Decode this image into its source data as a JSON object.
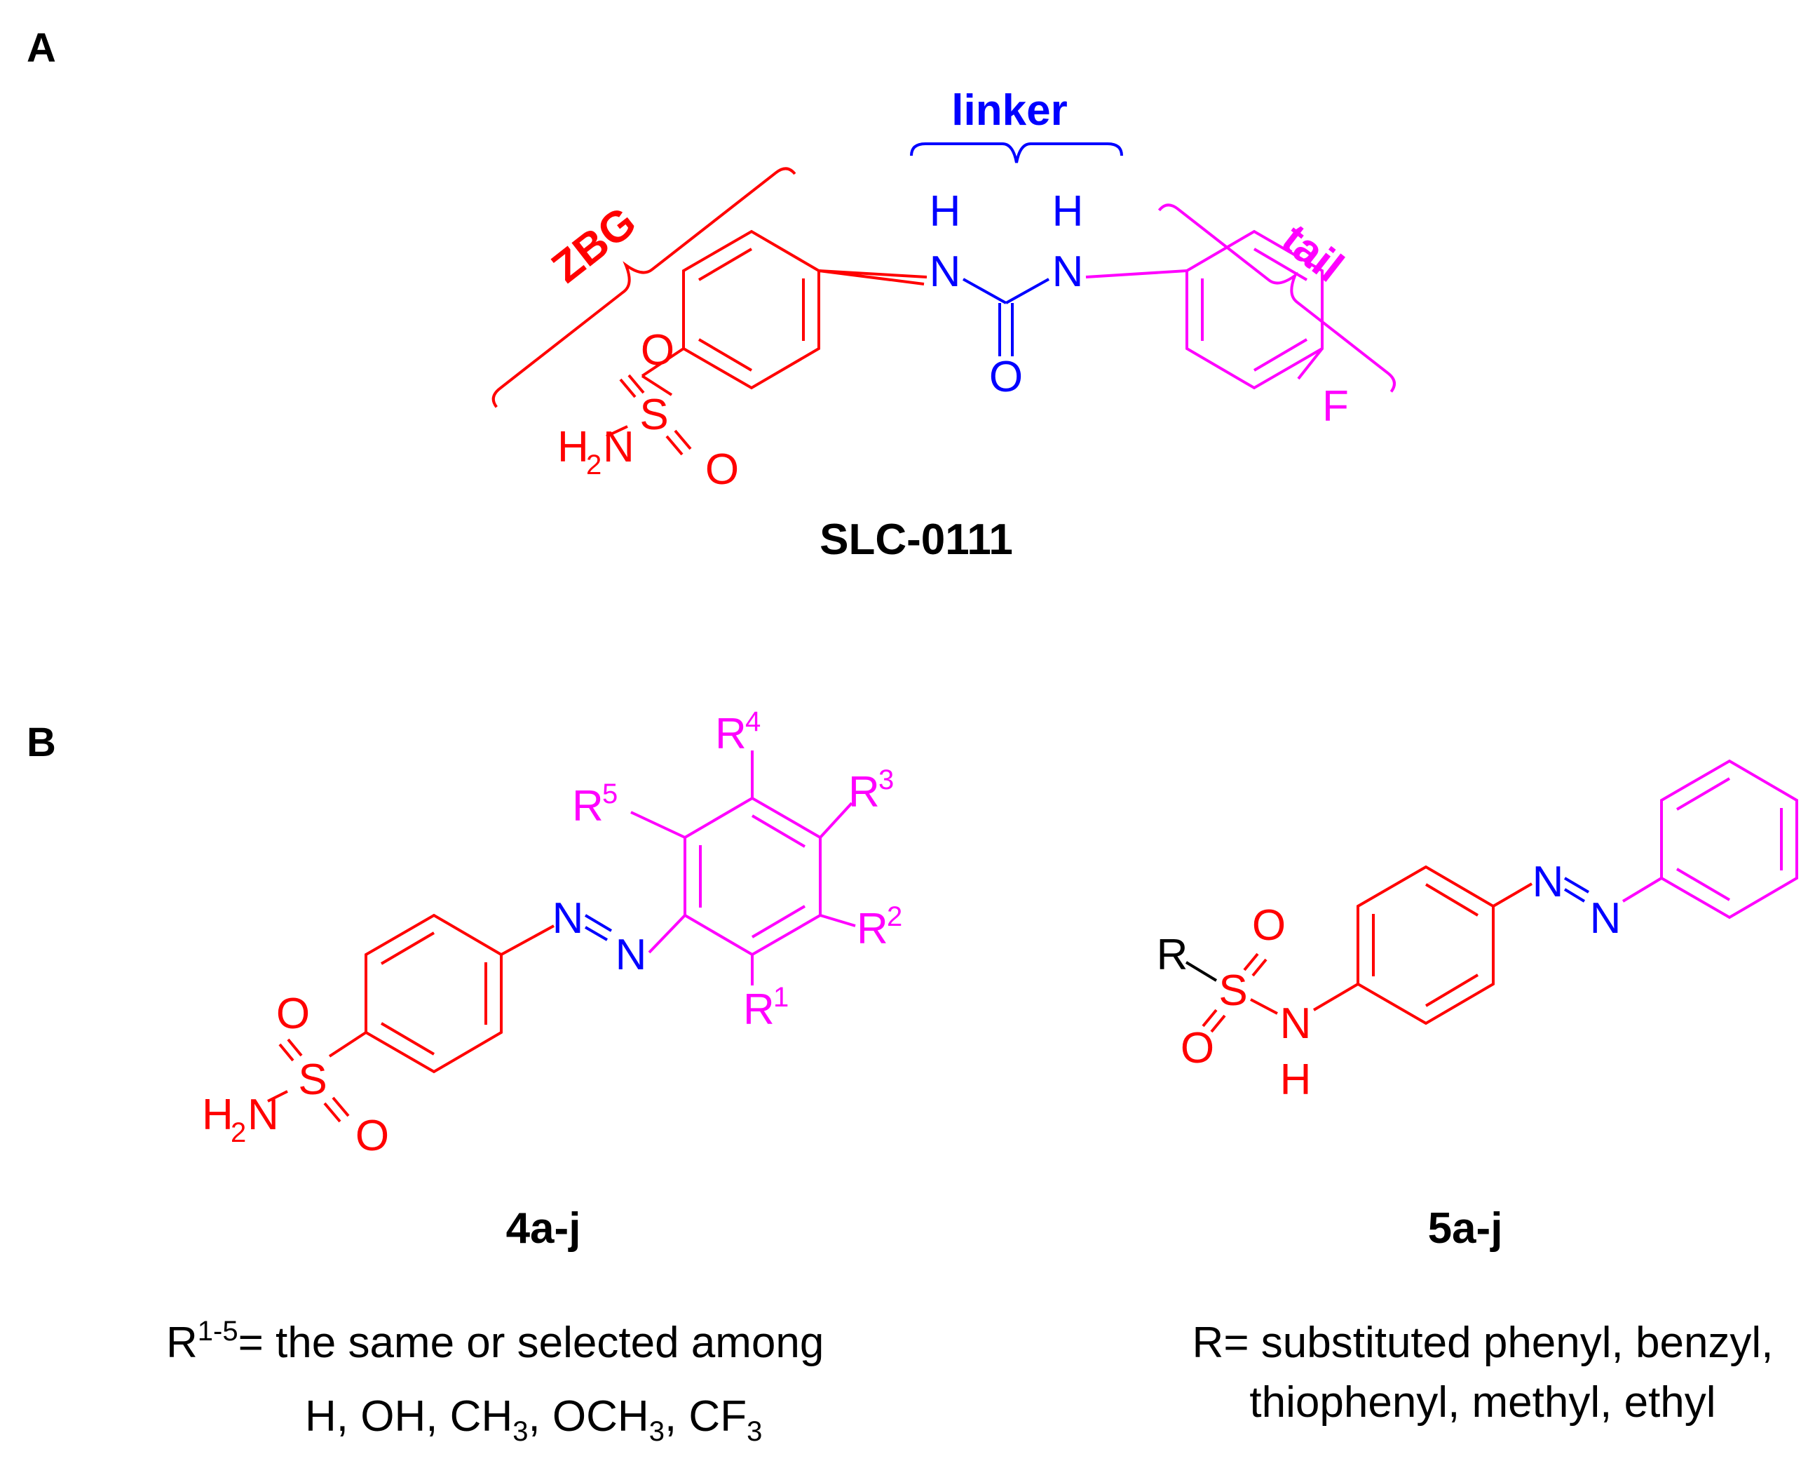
{
  "panels": {
    "a": "A",
    "b": "B"
  },
  "colors": {
    "red": "#ff0000",
    "blue": "#0000ff",
    "magenta": "#ff00ff",
    "black": "#000000"
  },
  "panel_a": {
    "linker_label": "linker",
    "zbg_label": "ZBG",
    "tail_label": "tail",
    "compound_name": "SLC-0111",
    "atoms": {
      "nh_h": "H",
      "n": "N",
      "o": "O",
      "s": "S",
      "f": "F",
      "h2n_h": "H",
      "h2n_2": "2",
      "h2n_n": "N"
    }
  },
  "panel_b": {
    "left": {
      "compound_name": "4a-j",
      "r": "R",
      "sup1": "1",
      "sup2": "2",
      "sup3": "3",
      "sup4": "4",
      "sup5": "5",
      "n": "N",
      "o": "O",
      "s": "S",
      "h2n_h": "H",
      "h2n_2": "2",
      "h2n_n": "N",
      "desc_line1_r": "R",
      "desc_line1_sup": "1-5",
      "desc_line1_rest": "= the same or selected among",
      "desc_line2_a": "H, OH, CH",
      "desc_line2_sub1": "3",
      "desc_line2_b": ", OCH",
      "desc_line2_sub2": "3",
      "desc_line2_c": ", CF",
      "desc_line2_sub3": "3"
    },
    "right": {
      "compound_name": "5a-j",
      "r": "R",
      "s": "S",
      "o": "O",
      "n": "N",
      "h": "H",
      "desc_line1": "R= substituted phenyl, benzyl,",
      "desc_line2": "thiophenyl, methyl, ethyl"
    }
  }
}
